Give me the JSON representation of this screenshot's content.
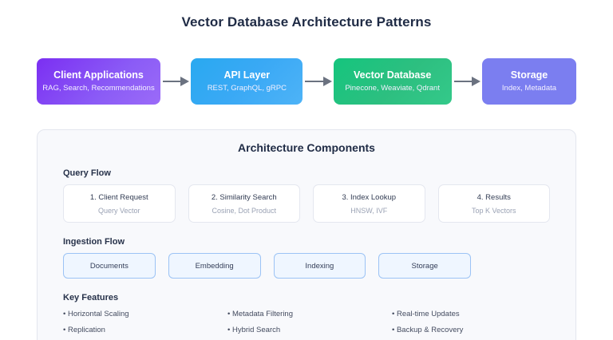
{
  "header": {
    "title": "Vector Database Architecture Patterns"
  },
  "pipeline": {
    "arrow_icon": "arrow-right-icon",
    "stages": [
      {
        "title": "Client Applications",
        "subtitle": "RAG, Search, Recommendations",
        "color": "#8b5cf6"
      },
      {
        "title": "API Layer",
        "subtitle": "REST, GraphQL, gRPC",
        "color": "#3aa9f5"
      },
      {
        "title": "Vector Database",
        "subtitle": "Pinecone, Weaviate, Qdrant",
        "color": "#2dbf80"
      },
      {
        "title": "Storage",
        "subtitle": "Index, Metadata",
        "color": "#7b7ef0"
      }
    ]
  },
  "panel": {
    "title": "Architecture Components",
    "query_flow": {
      "label": "Query Flow",
      "cards": [
        {
          "title": "1. Client Request",
          "subtitle": "Query Vector"
        },
        {
          "title": "2. Similarity Search",
          "subtitle": "Cosine, Dot Product"
        },
        {
          "title": "3. Index Lookup",
          "subtitle": "HNSW, IVF"
        },
        {
          "title": "4. Results",
          "subtitle": "Top K Vectors"
        }
      ]
    },
    "ingestion_flow": {
      "label": "Ingestion Flow",
      "cards": [
        {
          "title": "Documents"
        },
        {
          "title": "Embedding"
        },
        {
          "title": "Indexing"
        },
        {
          "title": "Storage"
        }
      ]
    },
    "key_features": {
      "label": "Key Features",
      "items": [
        "• Horizontal Scaling",
        "• Metadata Filtering",
        "• Real-time Updates",
        "• Replication",
        "• Hybrid Search",
        "• Backup & Recovery"
      ]
    }
  }
}
